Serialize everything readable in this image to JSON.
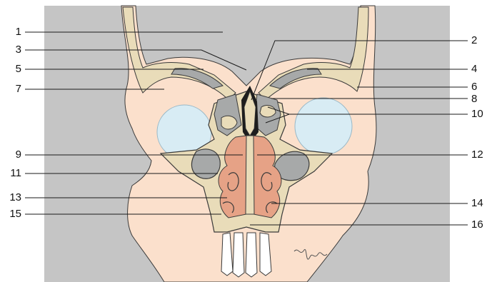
{
  "colors": {
    "background_panel": "#c5c5c5",
    "soft_tissue": "#fbe0cc",
    "bone": "#e9dcb9",
    "sinus_air": "#a7a9a9",
    "nasal_mucosa": "#e6a286",
    "eye": "#d8ecf4",
    "leader_line": "#1a1a1a"
  },
  "labels": {
    "l1": "1",
    "l2": "2",
    "l3": "3",
    "l4": "4",
    "l5": "5",
    "l6": "6",
    "l7": "7",
    "l8": "8",
    "l9": "9",
    "l10": "10",
    "l11": "11",
    "l12": "12",
    "l13": "13",
    "l14": "14",
    "l15": "15",
    "l16": "16"
  }
}
